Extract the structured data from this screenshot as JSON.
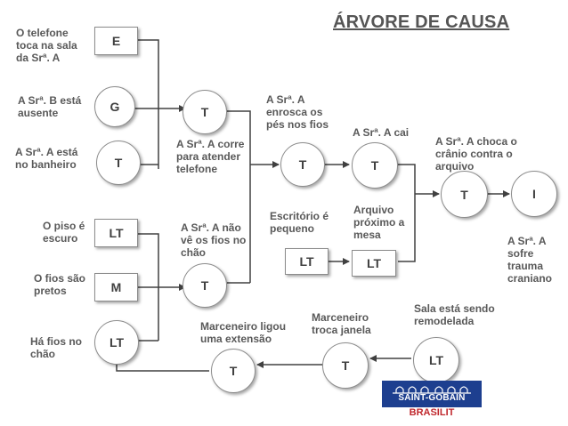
{
  "title": "ÁRVORE DE CAUSA",
  "nodes": {
    "e": "E",
    "g": "G",
    "t1": "T",
    "t2": "T",
    "t3": "T",
    "t4": "T",
    "t5": "T",
    "t6": "T",
    "t7": "T",
    "t8": "T",
    "lt1": "LT",
    "lt2": "LT",
    "lt3": "LT",
    "lt4": "LT",
    "lt5": "LT",
    "m": "M",
    "i": "I"
  },
  "labels": {
    "telefone": "O telefone toca na sala da Srª. A",
    "ausente": "A Srª. B está ausente",
    "banheiro": "A Srª. A está no banheiro",
    "piso": "O piso é escuro",
    "fios_pretos": "O fios são pretos",
    "fios_chao": "Há  fios no chão",
    "corre": "A Srª. A corre para atender telefone",
    "nao_ve": "A Srª. A não vê os fios no chão",
    "enrosca": "A Srª. A enrosca os pés nos fios",
    "escritorio": "Escritório é pequeno",
    "cai": "A Srª. A cai",
    "arquivo": "Arquivo próximo a mesa",
    "choca": "A Srª. A choca o crânio contra o arquivo",
    "trauma": "A Srª. A sofre trauma craniano",
    "sala_reforma": "Sala está sendo remodelada",
    "janela": "Marceneiro troca janela",
    "extensao": "Marceneiro ligou uma extensão"
  },
  "logo": {
    "name": "SAINT-GOBAIN",
    "sub": "BRASILIT"
  },
  "colors": {
    "line": "#404040",
    "text": "#595959",
    "logo_blue": "#1d3f8f",
    "logo_red": "#c0282d"
  }
}
